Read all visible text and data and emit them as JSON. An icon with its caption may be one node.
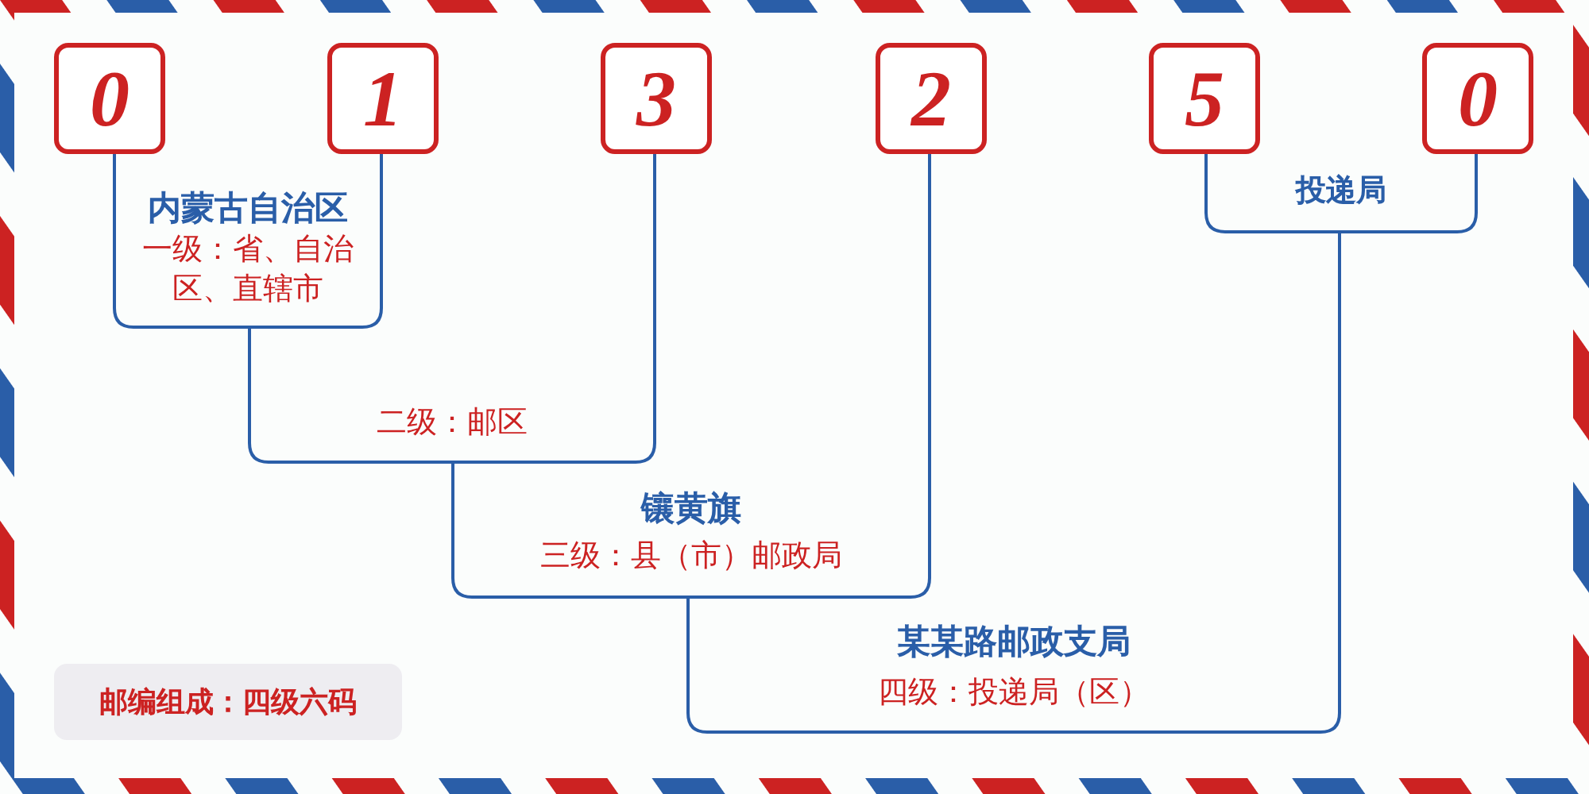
{
  "diagram": {
    "nodes": [
      {
        "text": [
          "0"
        ]
      },
      {
        "text": [
          "1"
        ]
      },
      {
        "text": [
          "3"
        ]
      },
      {
        "text": [
          "2"
        ]
      },
      {
        "text": [
          "5"
        ]
      },
      {
        "text": [
          "0"
        ]
      },
      {
        "text": [
          "内蒙古自治区",
          "一级：省、自治区、直辖市"
        ]
      },
      {
        "text": [
          "二级：邮区"
        ]
      },
      {
        "text": [
          "镶黄旗",
          "三级：县（市）邮政局"
        ]
      },
      {
        "text": [
          "投递局"
        ]
      },
      {
        "text": [
          "某某路邮政支局",
          "四级：投递局（区）"
        ]
      },
      {
        "text": [
          "邮编组成：四级六码"
        ]
      }
    ]
  }
}
